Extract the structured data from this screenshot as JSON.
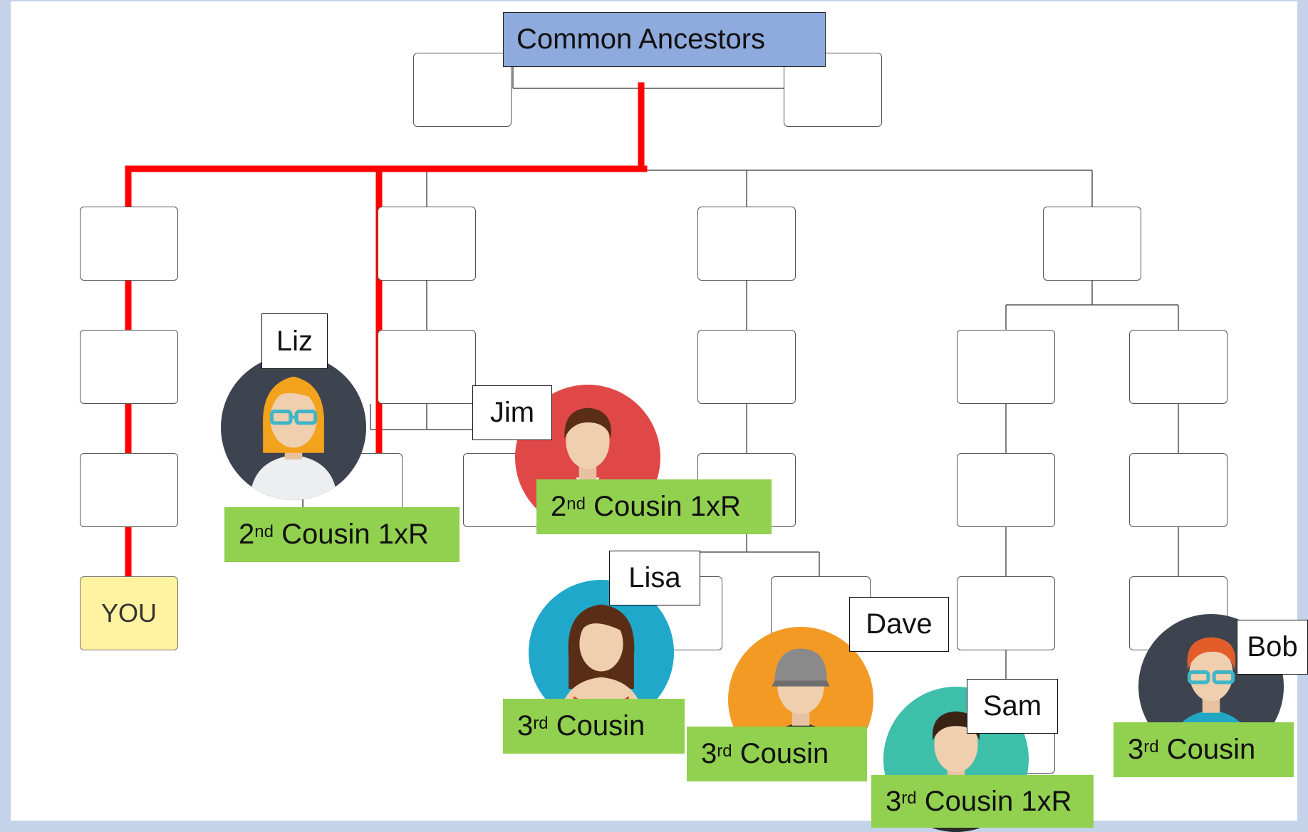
{
  "title": "Common Ancestors",
  "you_label": "YOU",
  "names": {
    "liz": "Liz",
    "jim": "Jim",
    "lisa": "Lisa",
    "dave": "Dave",
    "sam": "Sam",
    "bob": "Bob"
  },
  "relations": {
    "liz": {
      "num": "2",
      "sup": "nd",
      "rest": " Cousin 1xR"
    },
    "jim": {
      "num": "2",
      "sup": "nd",
      "rest": " Cousin 1xR"
    },
    "lisa": {
      "num": "3",
      "sup": "rd",
      "rest": " Cousin"
    },
    "dave": {
      "num": "3",
      "sup": "rd",
      "rest": " Cousin"
    },
    "sam": {
      "num": "3",
      "sup": "rd",
      "rest": " Cousin 1xR"
    },
    "bob": {
      "num": "3",
      "sup": "rd",
      "rest": " Cousin"
    }
  },
  "colors": {
    "title_fill": "#8faadc",
    "you_fill": "#fff2a0",
    "relation_fill": "#92d050",
    "path_line": "#ff0000",
    "avatar_liz": "#3d4450",
    "avatar_jim": "#e04848",
    "avatar_lisa": "#1fa8c9",
    "avatar_dave": "#f39a25",
    "avatar_sam": "#3dbfaa",
    "avatar_bob": "#3d4450"
  }
}
